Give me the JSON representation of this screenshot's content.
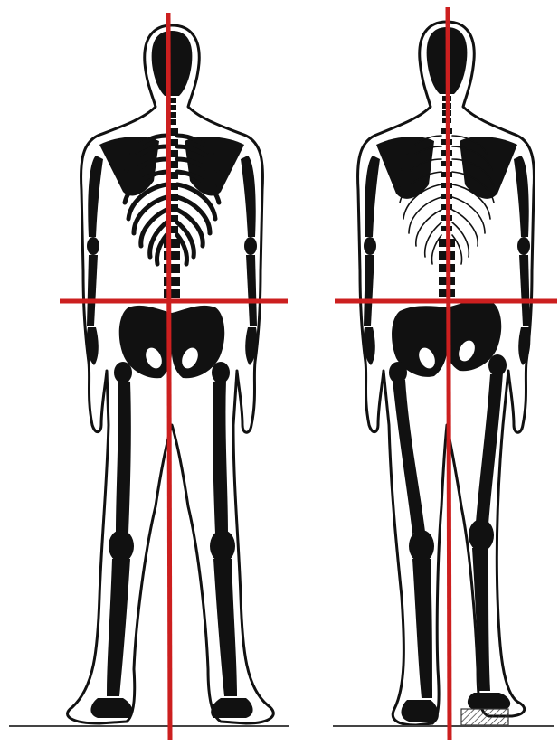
{
  "figures": [
    {
      "id": "left",
      "description_key": "skeleton-standing-back-view",
      "dark_ribcage": true,
      "lift_under_right_foot": false
    },
    {
      "id": "right",
      "description_key": "skeleton-standing-back-view",
      "dark_ribcage": false,
      "lift_under_right_foot": true
    }
  ],
  "colors": {
    "bone": "#111111",
    "outline": "#111111",
    "plumb_line": "#cc1f1f",
    "ground": "#444444",
    "background": "#ffffff"
  }
}
